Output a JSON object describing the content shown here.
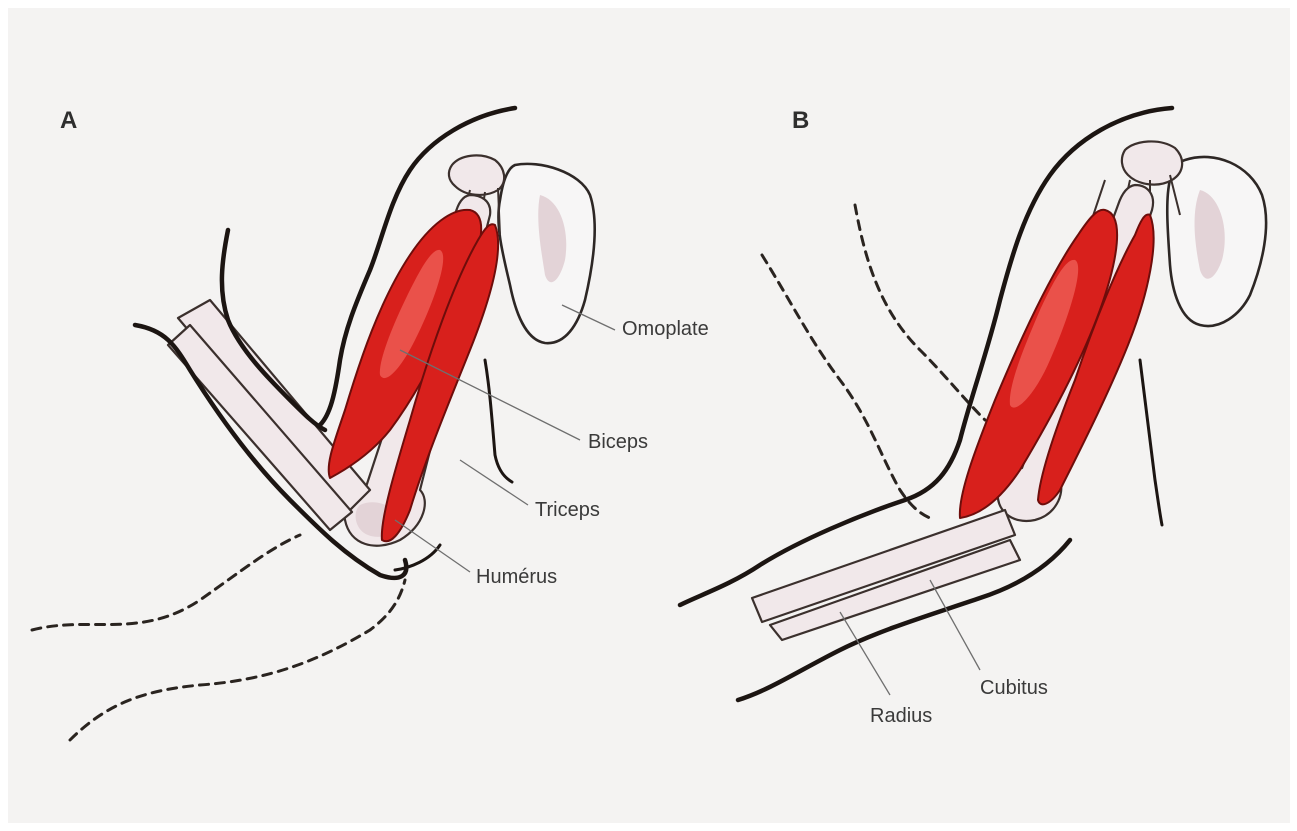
{
  "panels": [
    {
      "letter": "A"
    },
    {
      "letter": "B"
    }
  ],
  "labels": {
    "omoplate": "Omoplate",
    "biceps": "Biceps",
    "triceps": "Triceps",
    "humerus": "Humérus",
    "cubitus": "Cubitus",
    "radius": "Radius"
  },
  "colors": {
    "background": "#f4f3f2",
    "muscle": "#d8201c",
    "bone": "#f1e8ea",
    "outline": "#1c1512"
  }
}
